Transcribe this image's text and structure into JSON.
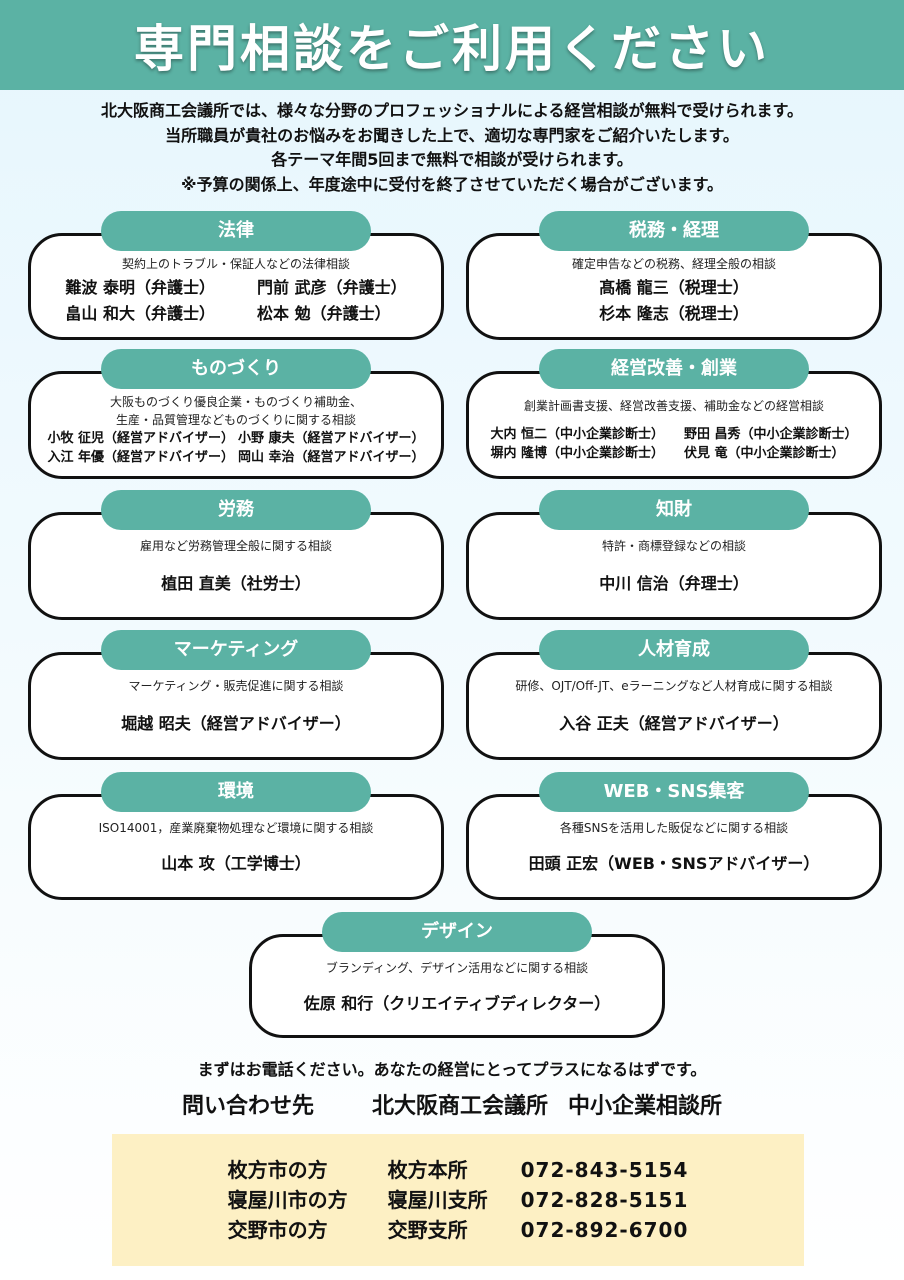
{
  "header": {
    "title": "専門相談をご利用ください"
  },
  "intro": [
    "北大阪商工会議所では、様々な分野のプロフェッショナルによる経営相談が無料で受けられます。",
    "当所職員が貴社のお悩みをお聞きした上で、適切な専門家をご紹介いたします。",
    "各テーマ年間5回まで無料で相談が受けられます。",
    "※予算の関係上、年度途中に受付を終了させていただく場合がございます。"
  ],
  "cards": {
    "law": {
      "title": "法律",
      "desc": "契約上のトラブル・保証人などの法律相談",
      "names": [
        "難波 泰明（弁護士）",
        "門前 武彦（弁護士）",
        "畠山 和大（弁護士）",
        "松本 勉（弁護士）"
      ]
    },
    "tax": {
      "title": "税務・経理",
      "desc": "確定申告などの税務、経理全般の相談",
      "names": [
        "髙橋 龍三（税理士）",
        "杉本 隆志（税理士）"
      ]
    },
    "mono": {
      "title": "ものづくり",
      "desc1": "大阪ものづくり優良企業・ものづくり補助金、",
      "desc2": "生産・品質管理などものづくりに関する相談",
      "names": [
        "小牧 征児（経営アドバイザー）",
        "小野 康夫（経営アドバイザー）",
        "入江 年優（経営アドバイザー）",
        "岡山 幸治（経営アドバイザー）"
      ]
    },
    "kaizen": {
      "title": "経営改善・創業",
      "desc": "創業計画書支援、経営改善支援、補助金などの経営相談",
      "names": [
        "大内 恒二（中小企業診断士）",
        "野田 昌秀（中小企業診断士）",
        "塀内 隆博（中小企業診断士）",
        "伏見 竜（中小企業診断士）"
      ]
    },
    "labor": {
      "title": "労務",
      "desc": "雇用など労務管理全般に関する相談",
      "names": [
        "植田 直美（社労士）"
      ]
    },
    "ip": {
      "title": "知財",
      "desc": "特許・商標登録などの相談",
      "names": [
        "中川 信治（弁理士）"
      ]
    },
    "marketing": {
      "title": "マーケティング",
      "desc": "マーケティング・販売促進に関する相談",
      "names": [
        "堀越 昭夫（経営アドバイザー）"
      ]
    },
    "hr": {
      "title": "人材育成",
      "desc": "研修、OJT/Off-JT、eラーニングなど人材育成に関する相談",
      "names": [
        "入谷 正夫（経営アドバイザー）"
      ]
    },
    "env": {
      "title": "環境",
      "desc": "ISO14001，産業廃棄物処理など環境に関する相談",
      "names": [
        "山本 攻（工学博士）"
      ]
    },
    "web": {
      "title": "WEB・SNS集客",
      "desc": "各種SNSを活用した販促などに関する相談",
      "names": [
        "田頭 正宏（WEB・SNSアドバイザー）"
      ]
    },
    "design": {
      "title": "デザイン",
      "desc": "ブランディング、デザイン活用などに関する相談",
      "names": [
        "佐原 和行（クリエイティブディレクター）"
      ]
    }
  },
  "closing": "まずはお電話ください。あなたの経営にとってプラスになるはずです。",
  "contact": {
    "label": "問い合わせ先",
    "org": "北大阪商工会議所",
    "dept": "中小企業相談所",
    "rows": [
      {
        "area": "枚方市の方",
        "office": "枚方本所",
        "phone": "072-843-5154"
      },
      {
        "area": "寝屋川市の方",
        "office": "寝屋川支所",
        "phone": "072-828-5151"
      },
      {
        "area": "交野市の方",
        "office": "交野支所",
        "phone": "072-892-6700"
      }
    ]
  },
  "colors": {
    "accent": "#5bb2a4",
    "contact_bg": "#fdf0c4"
  }
}
